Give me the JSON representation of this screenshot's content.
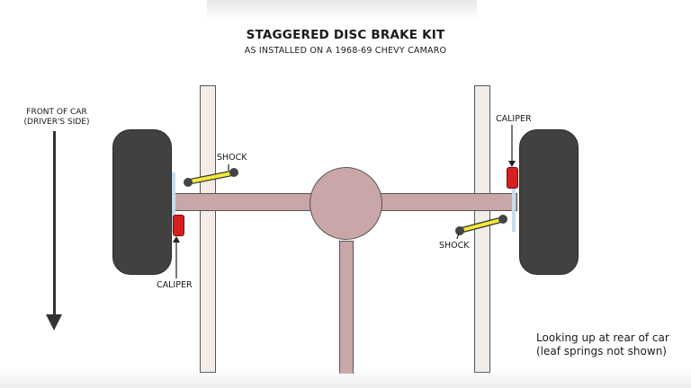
{
  "title": "STAGGERED DISC BRAKE KIT",
  "subtitle": "AS INSTALLED ON A 1968-69 CHEVY CAMARO",
  "direction": {
    "line1": "FRONT OF CAR",
    "line2": "(DRIVER'S SIDE)"
  },
  "labels": {
    "shock_left": "SHOCK",
    "caliper_left": "CALIPER",
    "caliper_right": "CALIPER",
    "shock_right": "SHOCK"
  },
  "note": {
    "line1": "Looking up at rear of car",
    "line2": "(leaf springs not shown)"
  },
  "colors": {
    "axle": "#c9a6a7",
    "frame": "#f2ede9",
    "tire": "#414141",
    "caliper": "#d62020",
    "shock": "#f2ea3a",
    "rotor": "#c8dcec"
  }
}
